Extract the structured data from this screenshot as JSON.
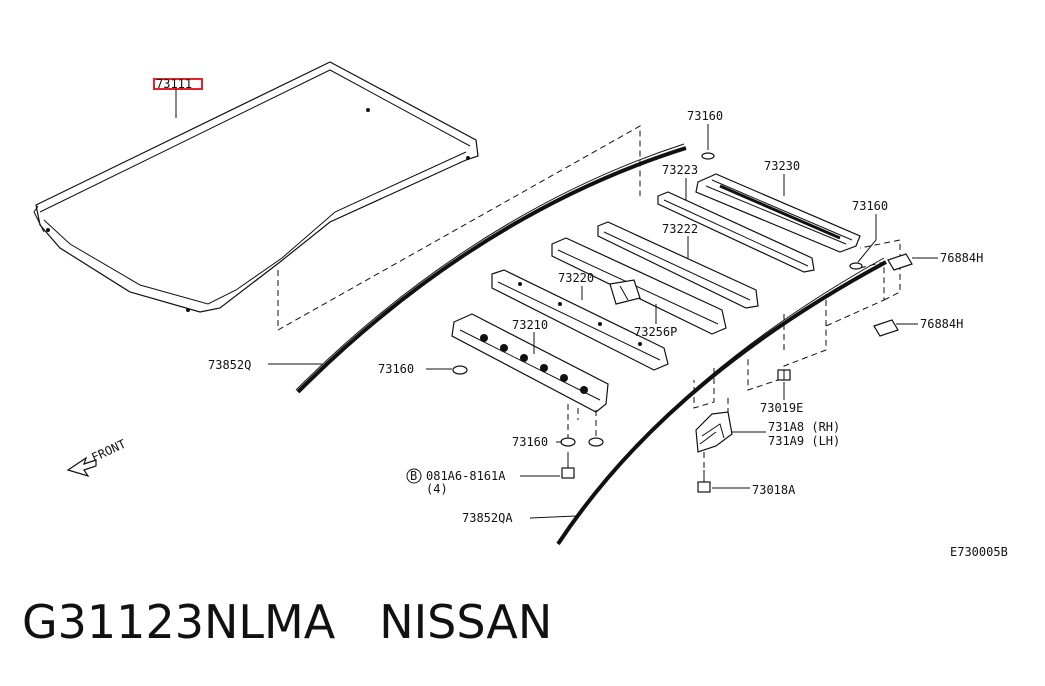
{
  "diagram": {
    "highlighted_label": "73111",
    "labels": {
      "p73160_top": "73160",
      "p73230": "73230",
      "p73223": "73223",
      "p73160_right": "73160",
      "p73222": "73222",
      "p76884H_upper": "76884H",
      "p73220": "73220",
      "p73256P": "73256P",
      "p76884H_lower": "76884H",
      "p73210": "73210",
      "p73852Q": "73852Q",
      "p73160_left": "73160",
      "p73019E": "73019E",
      "p731A8": "731A8 (RH)",
      "p731A9": "731A9 (LH)",
      "p73160_bottom": "73160",
      "p081A6_circle": "B",
      "p081A6": "081A6-8161A",
      "p081A6_qty": "(4)",
      "p73018A": "73018A",
      "p73852QA": "73852QA",
      "front": "FRONT",
      "figure_code": "E730005B"
    }
  },
  "footer": {
    "part_number": "G31123NLMA",
    "brand": "NISSAN"
  },
  "colors": {
    "highlight": "#e8202a",
    "ink": "#111111"
  }
}
